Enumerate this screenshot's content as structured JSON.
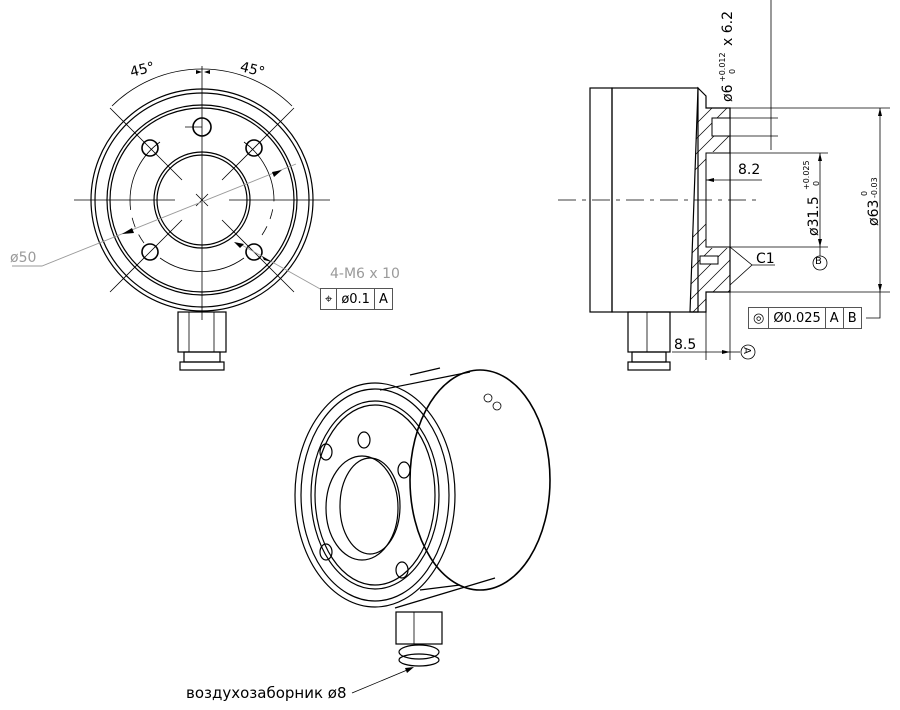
{
  "front_view": {
    "angle_left": "45°",
    "angle_right": "45°",
    "diameter_label": "ø50",
    "thread_label": "4-M6 x 10",
    "position_tolerance": {
      "symbol": "⌖",
      "value": "ø0.1",
      "datum": "A"
    }
  },
  "side_view": {
    "pin_hole_diameter": "ø6",
    "pin_hole_tol_upper": "+0.012",
    "pin_hole_tol_lower": "0",
    "pin_hole_depth": "x 6.2",
    "bore_diameter": "ø31.5",
    "bore_tol_upper": "+0.025",
    "bore_tol_lower": "0",
    "outer_diameter": "ø63",
    "outer_tol_upper": "0",
    "outer_tol_lower": "-0.03",
    "recess_depth": "8.2",
    "flange_offset": "8.5",
    "chamfer": "C1",
    "datum_a": "A",
    "datum_b": "B",
    "concentricity_tolerance": {
      "symbol": "◎",
      "value": "Ø0.025",
      "datum_1": "A",
      "datum_2": "B"
    }
  },
  "iso_view": {
    "air_inlet_label": "воздухозаборник ø8"
  }
}
